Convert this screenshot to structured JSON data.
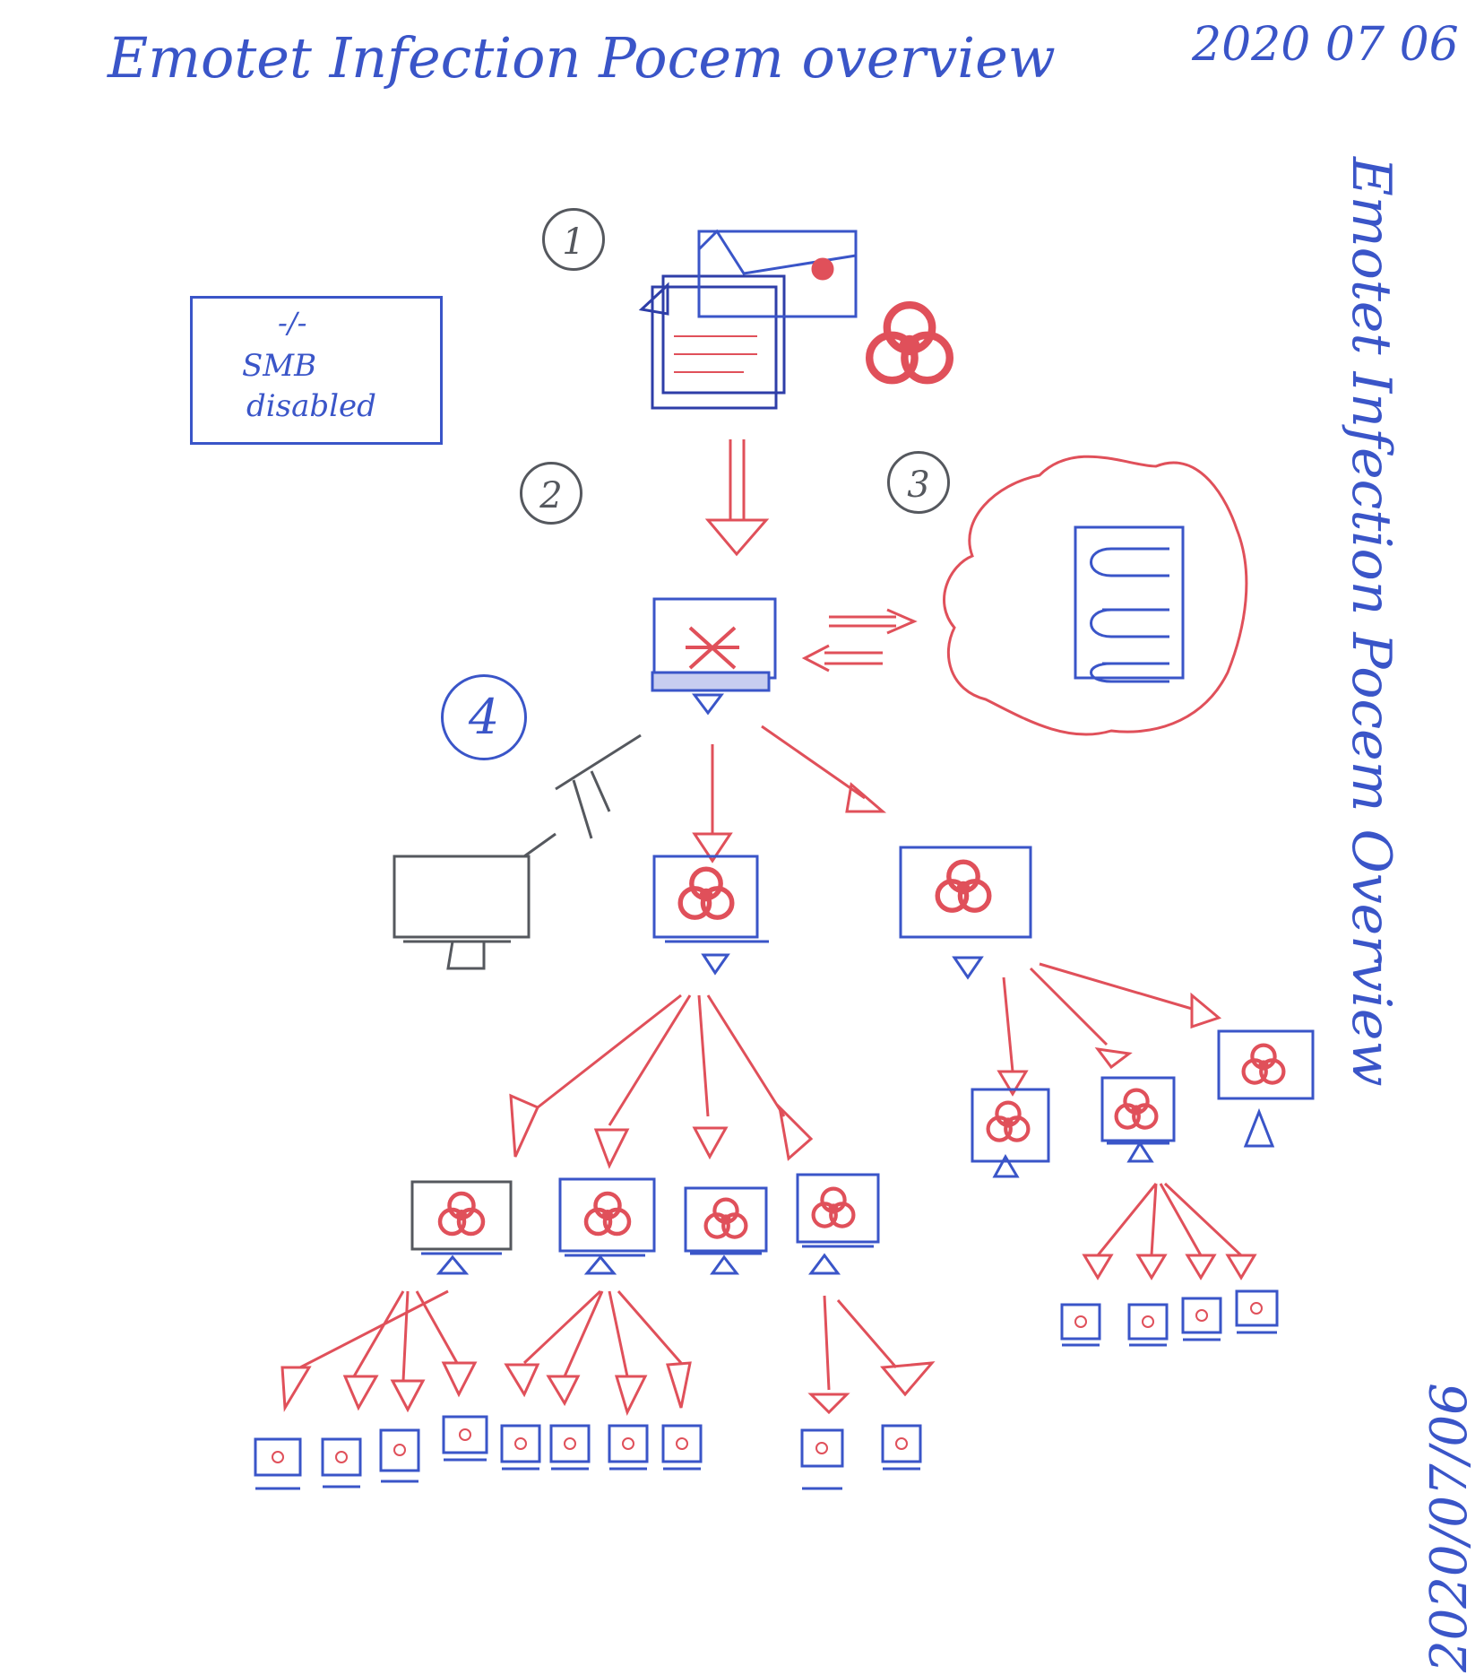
{
  "header": {
    "title": "Emotet   Infection Pocem overview",
    "date": "2020 07 06"
  },
  "side": {
    "vertical_title": "Emotet Infection Pocem Overview",
    "vertical_date": "2020/07/06"
  },
  "steps": [
    "1",
    "2",
    "3",
    "4"
  ],
  "smb_box": {
    "mark": "-/-",
    "line1": "SMB",
    "line2": "disabled"
  },
  "colors": {
    "ink_blue": "#3a55c8",
    "ink_red": "#e0505a",
    "pencil_gray": "#55585e"
  }
}
